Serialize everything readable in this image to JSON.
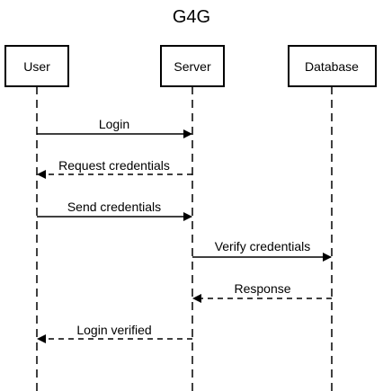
{
  "title": "G4G",
  "participants": [
    {
      "id": "user",
      "label": "User"
    },
    {
      "id": "server",
      "label": "Server"
    },
    {
      "id": "database",
      "label": "Database"
    }
  ],
  "messages": [
    {
      "label": "Login",
      "from": "User",
      "to": "Server",
      "style": "solid"
    },
    {
      "label": "Request credentials",
      "from": "Server",
      "to": "User",
      "style": "dashed"
    },
    {
      "label": "Send credentials",
      "from": "User",
      "to": "Server",
      "style": "solid"
    },
    {
      "label": "Verify credentials",
      "from": "Server",
      "to": "Database",
      "style": "solid"
    },
    {
      "label": "Response",
      "from": "Database",
      "to": "Server",
      "style": "dashed"
    },
    {
      "label": "Login verified",
      "from": "Server",
      "to": "User",
      "style": "dashed"
    }
  ]
}
